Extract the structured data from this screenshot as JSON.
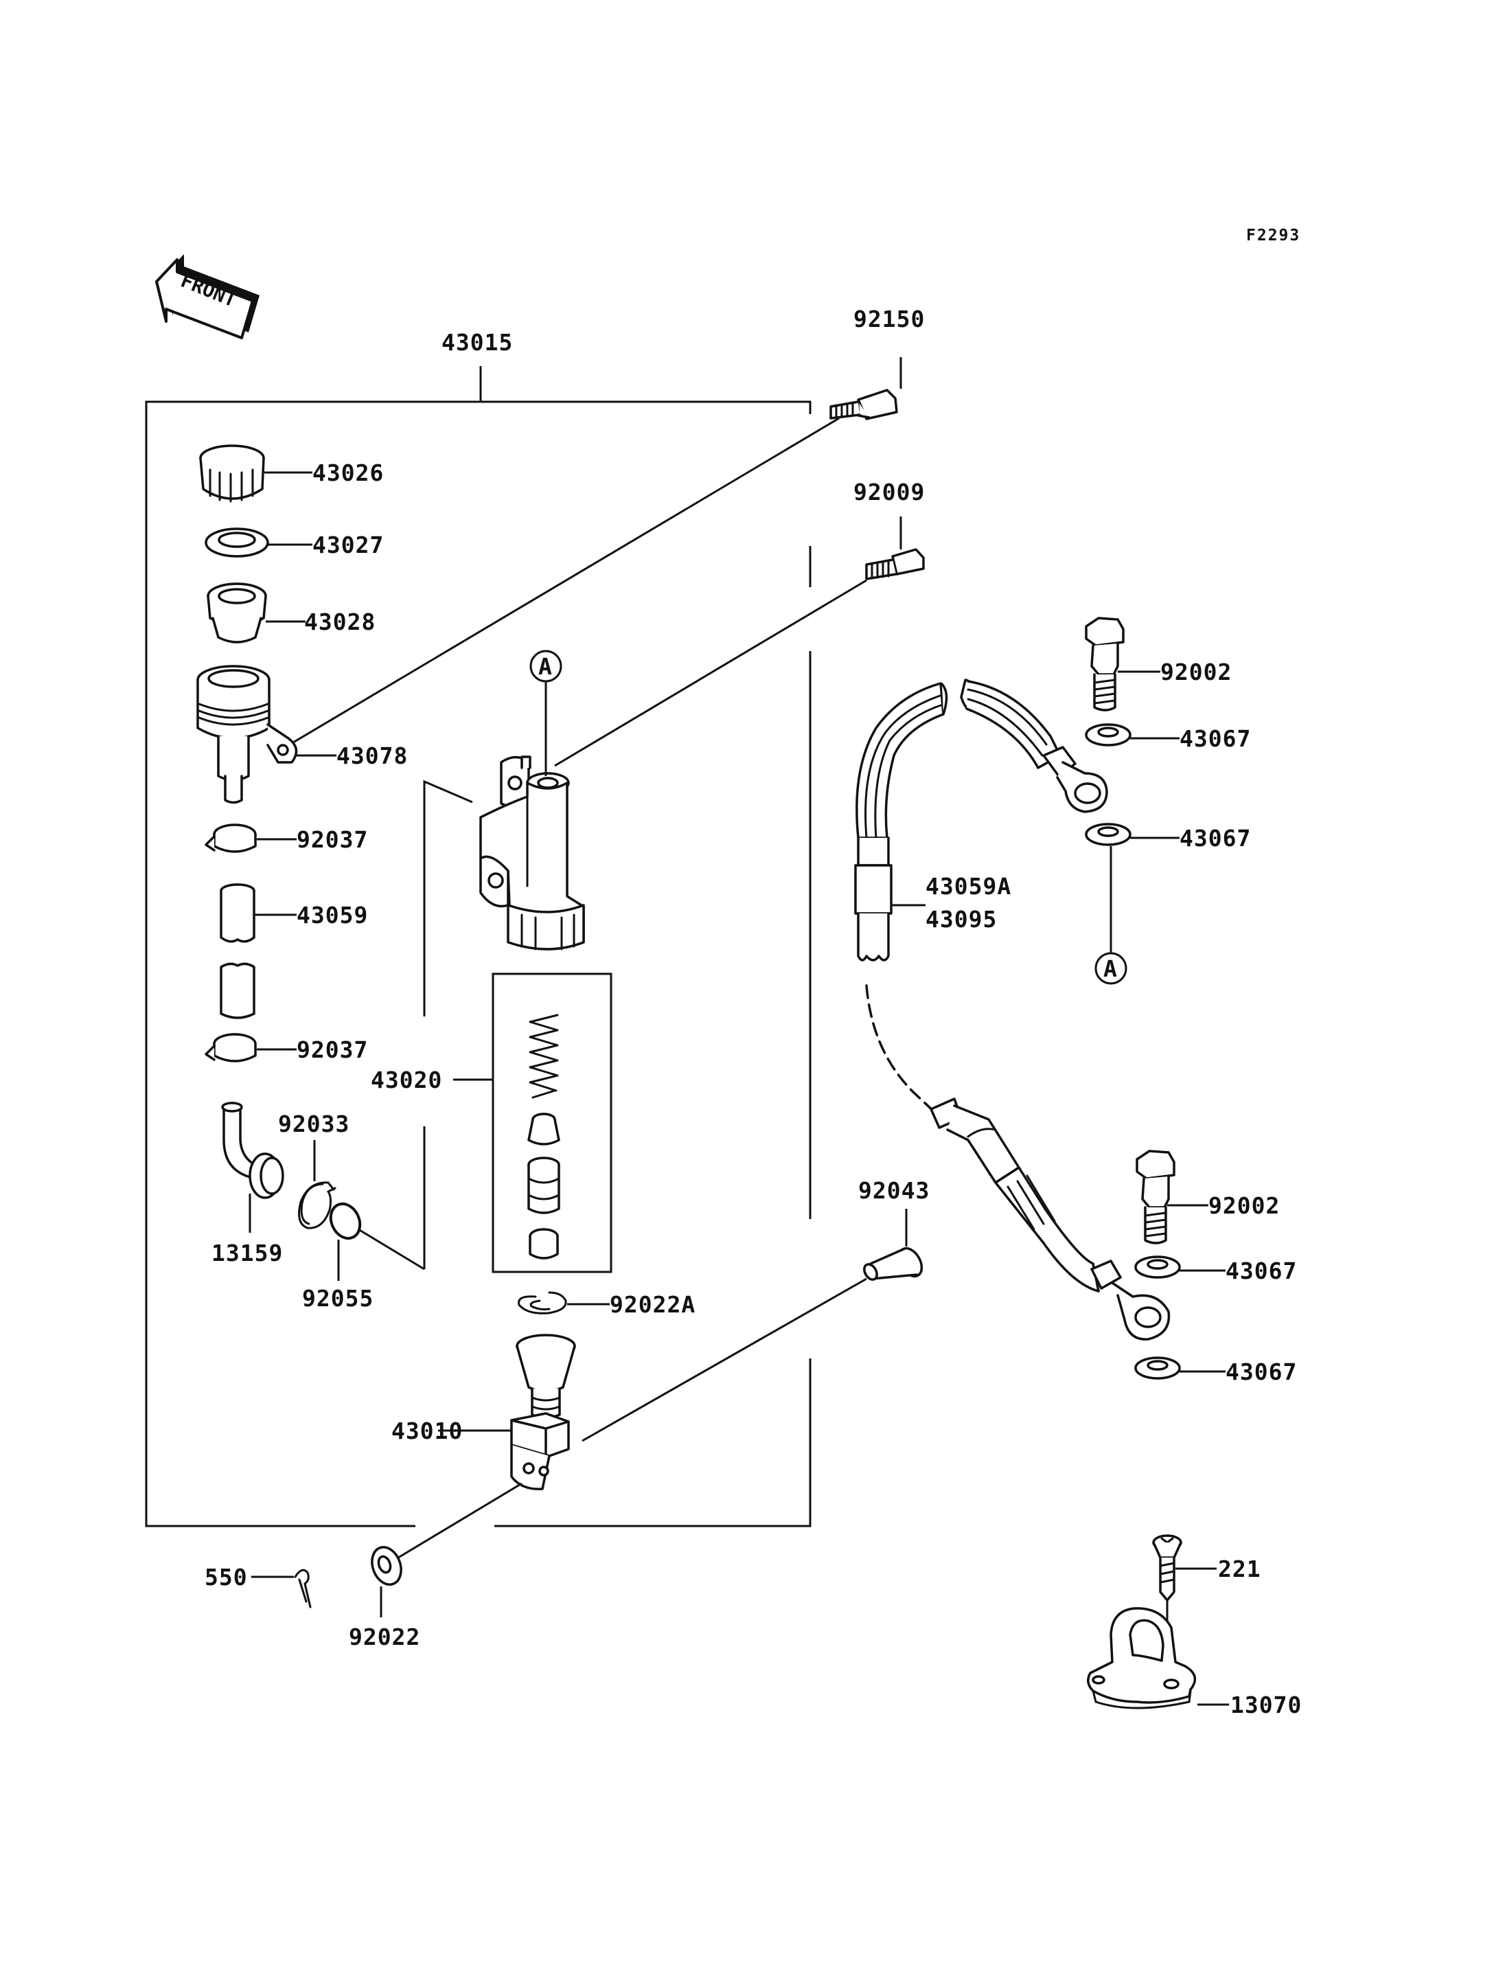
{
  "diagram": {
    "code": "F2293",
    "front_label": "FRONT",
    "circle_ref": "A",
    "labels": {
      "p43015": "43015",
      "p92150": "92150",
      "p92009": "92009",
      "p43026": "43026",
      "p43027": "43027",
      "p43028": "43028",
      "p43078": "43078",
      "p92037a": "92037",
      "p43059": "43059",
      "p92037b": "92037",
      "p43020": "43020",
      "p92033": "92033",
      "p13159": "13159",
      "p92055": "92055",
      "p92022A": "92022A",
      "p43010": "43010",
      "p550": "550",
      "p92022": "92022",
      "p92002a": "92002",
      "p43067a": "43067",
      "p43067b": "43067",
      "p43059A": "43059A",
      "p43095": "43095",
      "p92043": "92043",
      "p92002b": "92002",
      "p43067c": "43067",
      "p43067d": "43067",
      "p221": "221",
      "p13070": "13070"
    }
  }
}
